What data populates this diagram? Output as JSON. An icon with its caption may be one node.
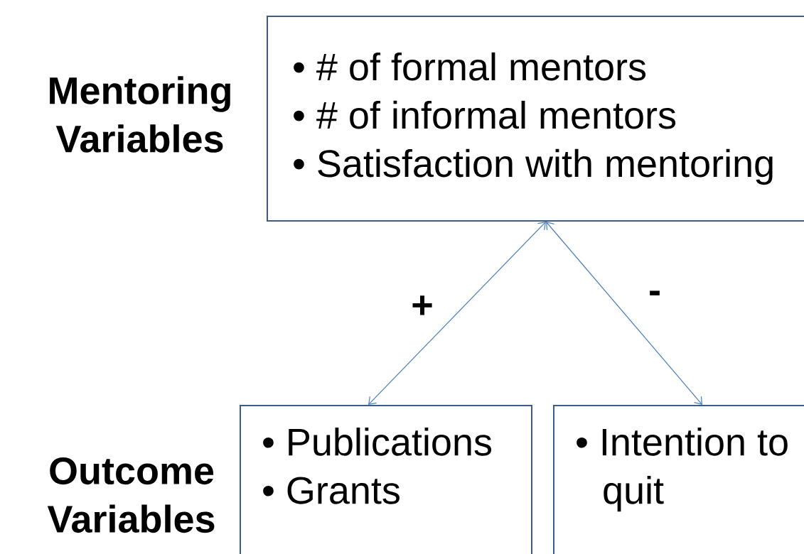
{
  "diagram": {
    "nodes": [
      {
        "text": [
          "• # of formal mentors",
          "• # of informal mentors",
          "• Satisfaction with mentoring"
        ]
      },
      {
        "text": [
          "• Publications",
          "• Grants"
        ]
      },
      {
        "text": [
          "• Intention to quit"
        ]
      }
    ],
    "edges": [
      {
        "from": 0,
        "to": 1,
        "arrow": "both",
        "label": "+"
      },
      {
        "from": 0,
        "to": 2,
        "arrow": "both",
        "label": "-"
      }
    ],
    "labels": [
      "Mentoring Variables",
      "Outcome Variables"
    ]
  }
}
